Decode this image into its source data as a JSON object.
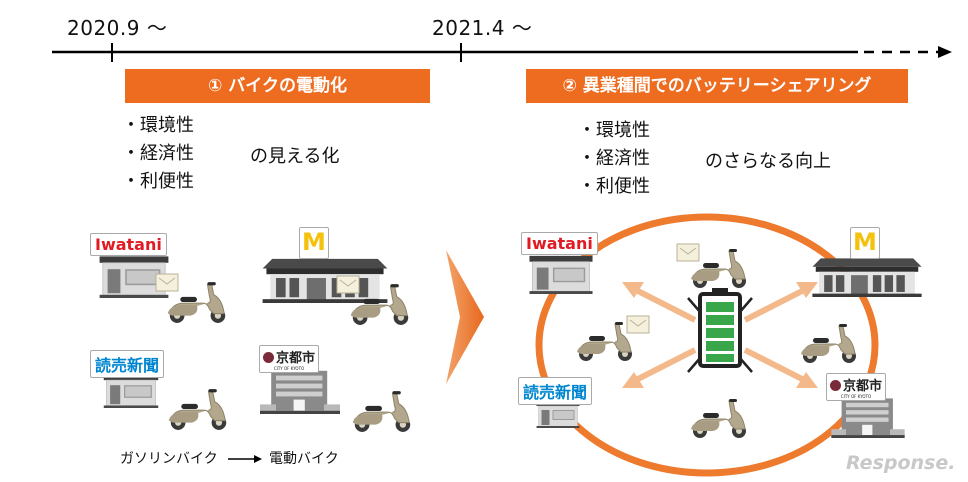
{
  "timeline": {
    "start_label": "2020.9 〜",
    "second_label": "2021.4 〜"
  },
  "phase1": {
    "title": "① バイクの電動化",
    "bullets": [
      "・環境性",
      "・経済性",
      "・利便性"
    ],
    "note": "の見える化",
    "transition_from": "ガソリンバイク",
    "transition_to": "電動バイク"
  },
  "phase2": {
    "title": "② 異業種間でのバッテリーシェアリング",
    "bullets": [
      "・環境性",
      "・経済性",
      "・利便性"
    ],
    "note": "のさらなる向上"
  },
  "signs": {
    "iwatani": "Iwatani",
    "yomiuri": "読売新聞",
    "kyoto": "京都市",
    "kyoto_sub": "CITY OF KYOTO",
    "mcdonalds": "M"
  },
  "watermark": "Response.",
  "colors": {
    "accent": "#ed6c1f",
    "scooter": "#b3a88e",
    "battery": "#3aa64c"
  }
}
